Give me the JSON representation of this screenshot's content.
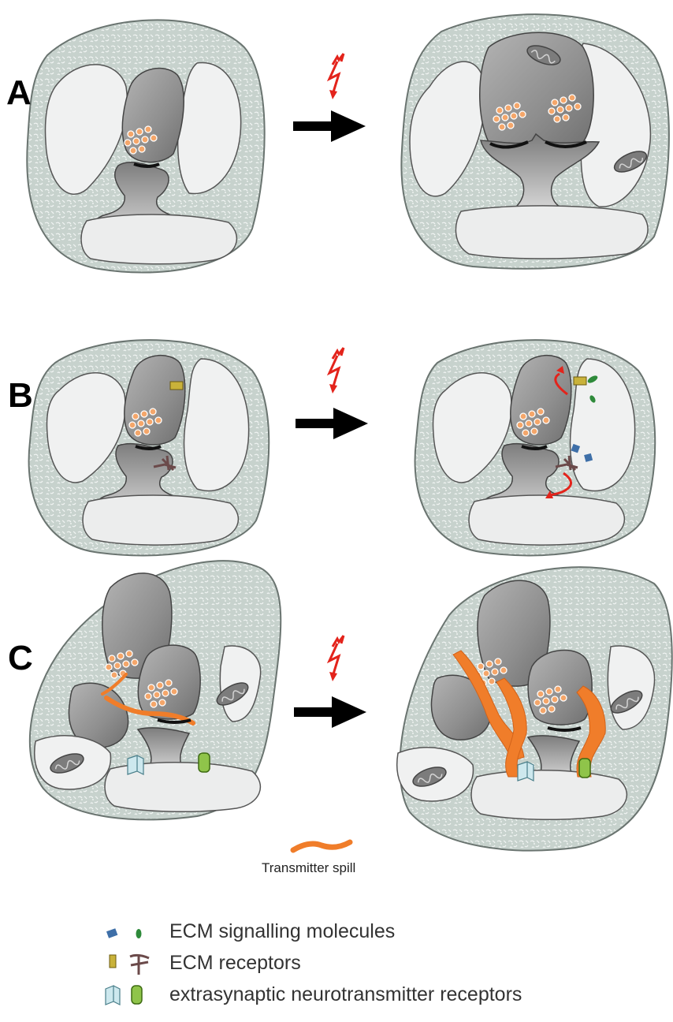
{
  "panels": [
    {
      "label": "A"
    },
    {
      "label": "B"
    },
    {
      "label": "C"
    }
  ],
  "spill_label": "Transmitter spill",
  "legend": [
    {
      "icon": "ecm-signalling-molecules-icon",
      "text": "ECM signalling molecules"
    },
    {
      "icon": "ecm-receptors-icon",
      "text": "ECM receptors"
    },
    {
      "icon": "extrasynaptic-receptors-icon",
      "text": "extrasynaptic neurotransmitter receptors"
    }
  ],
  "colors": {
    "ecm": "#c9d4cf",
    "glia": "#f0f1f1",
    "neuron": "#8f8f8f",
    "vesicle": "#f4a66a",
    "stimulus": "#e3231b",
    "spill": "#f07d2a",
    "arrow": "#000000"
  }
}
